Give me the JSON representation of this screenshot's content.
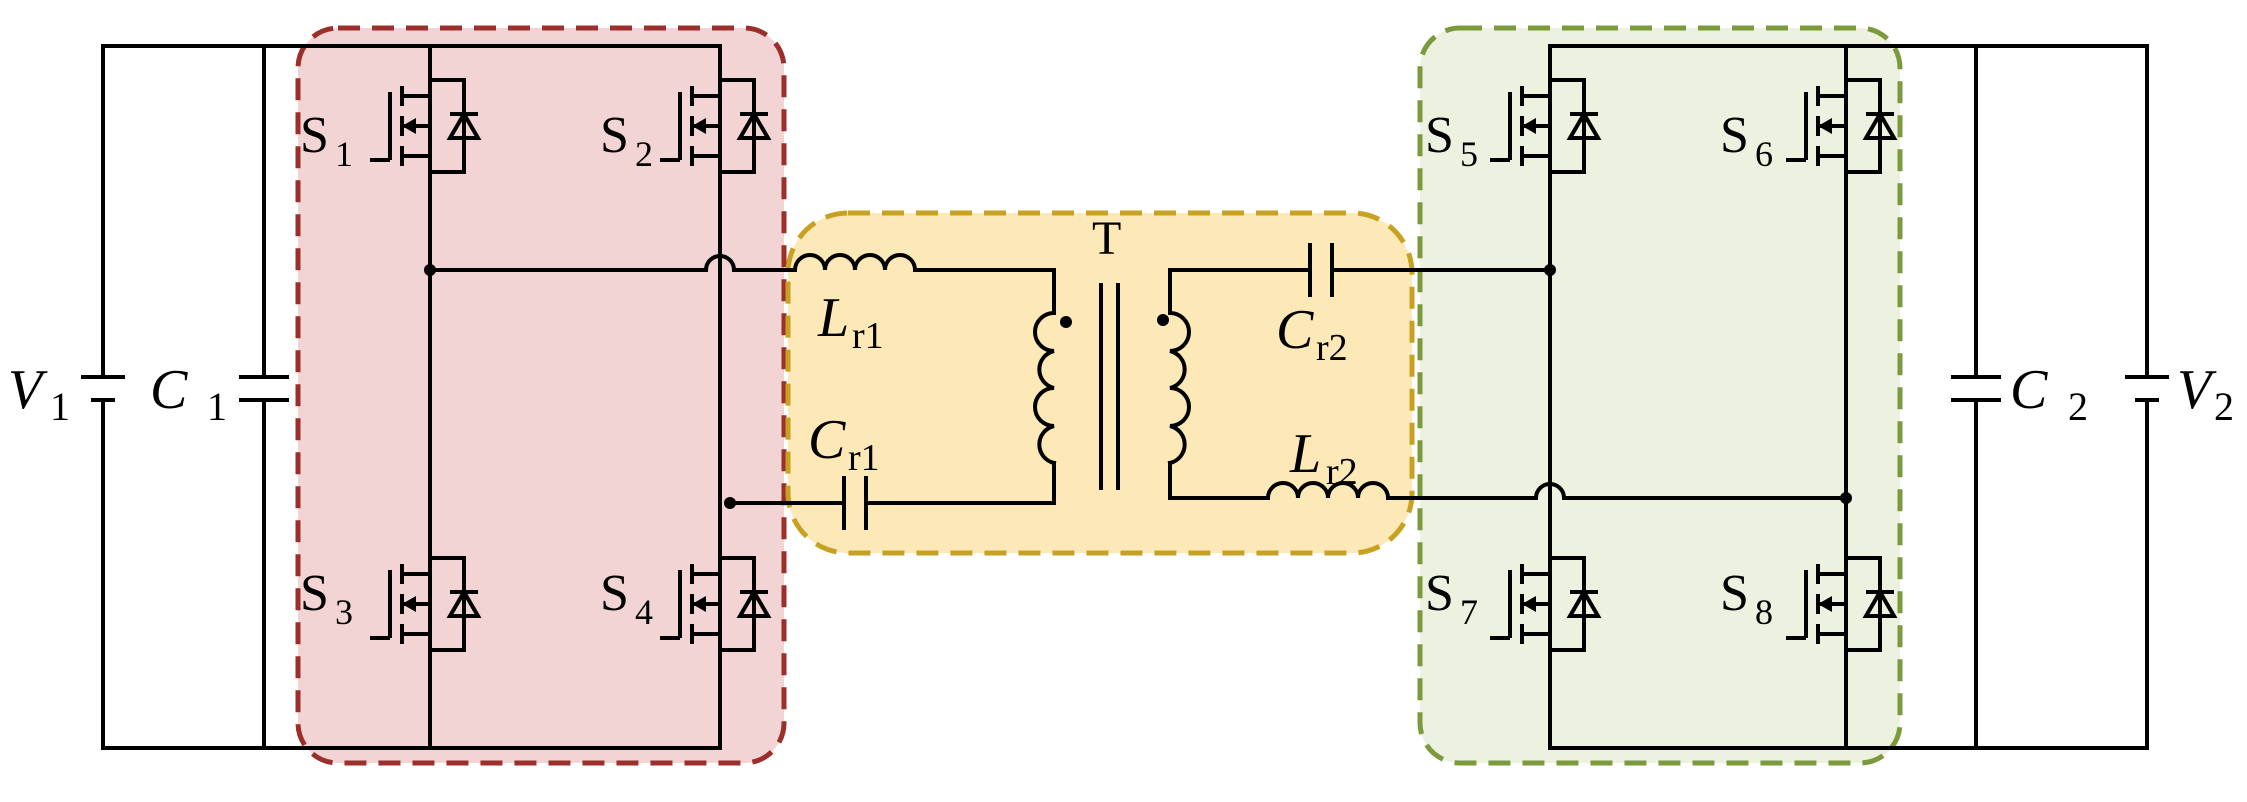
{
  "diagram": {
    "sources": [
      {
        "symbol": "V",
        "subscript": "1"
      },
      {
        "symbol": "V",
        "subscript": "2"
      }
    ],
    "capacitors": {
      "c1": {
        "symbol": "C",
        "subscript": "1"
      },
      "c2": {
        "symbol": "C",
        "subscript": "2"
      },
      "cr1": {
        "symbol": "C",
        "subscript": "r1"
      },
      "cr2": {
        "symbol": "C",
        "subscript": "r2"
      }
    },
    "inductors": {
      "lr1": {
        "symbol": "L",
        "subscript": "r1"
      },
      "lr2": {
        "symbol": "L",
        "subscript": "r2"
      }
    },
    "transformer": {
      "label": "T"
    },
    "switches": [
      {
        "symbol": "S",
        "subscript": "1"
      },
      {
        "symbol": "S",
        "subscript": "2"
      },
      {
        "symbol": "S",
        "subscript": "3"
      },
      {
        "symbol": "S",
        "subscript": "4"
      },
      {
        "symbol": "S",
        "subscript": "5"
      },
      {
        "symbol": "S",
        "subscript": "6"
      },
      {
        "symbol": "S",
        "subscript": "7"
      },
      {
        "symbol": "S",
        "subscript": "8"
      }
    ],
    "colors": {
      "left_bridge_fill": "#f2d4d4",
      "left_bridge_border": "#9b2f2b",
      "resonant_fill": "#fde9b7",
      "resonant_border": "#c9a122",
      "right_bridge_fill": "#edf2e0",
      "right_bridge_border": "#7b9a3c",
      "wire": "#000000"
    }
  }
}
